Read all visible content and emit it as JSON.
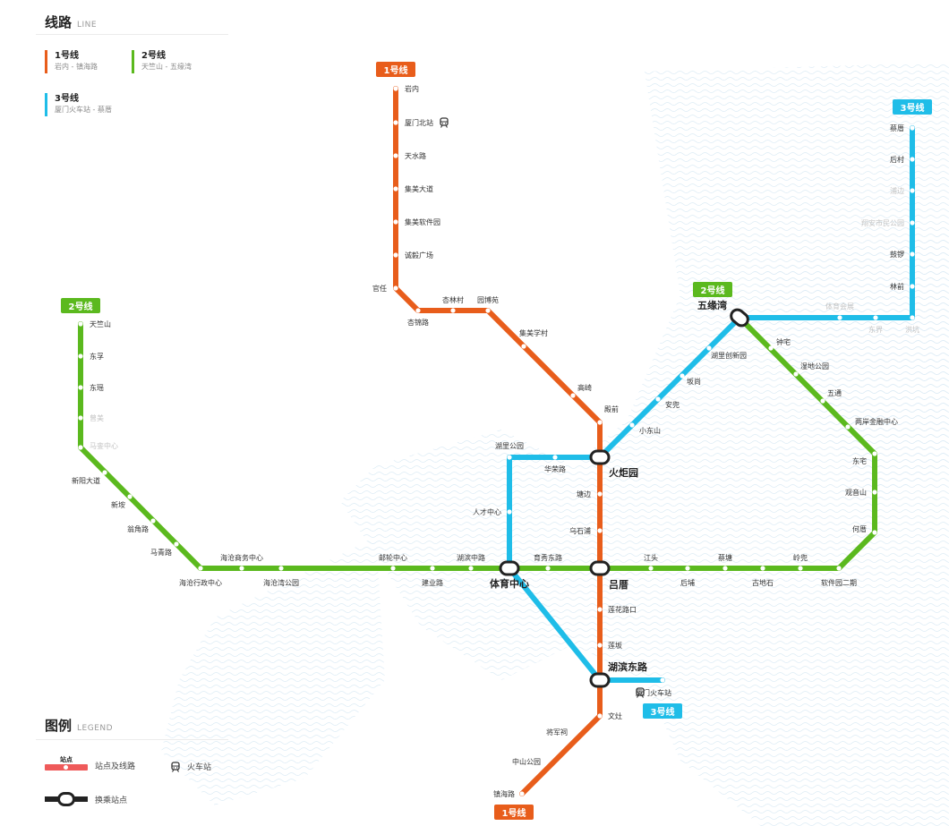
{
  "line_panel": {
    "title": "线路",
    "title_en": "LINE",
    "lines": [
      {
        "name": "1号线",
        "route": "岩内 - 镇海路",
        "color": "#e85d1b"
      },
      {
        "name": "2号线",
        "route": "天竺山 - 五缘湾",
        "color": "#5bb91e"
      },
      {
        "name": "3号线",
        "route": "厦门火车站 - 蔡厝",
        "color": "#1fbde8"
      }
    ]
  },
  "legend": {
    "title": "图例",
    "title_en": "LEGEND",
    "station_sample_label": "站点",
    "items": [
      {
        "label": "站点及线路",
        "icon": "station-line-icon"
      },
      {
        "label": "火车站",
        "icon": "train-icon"
      },
      {
        "label": "换乘站点",
        "icon": "transfer-station-icon"
      }
    ]
  },
  "colors": {
    "line1": "#e85d1b",
    "line2": "#5bb91e",
    "line3": "#1fbde8",
    "background_pattern": "#eef6fb"
  },
  "line_tags": [
    "1号线",
    "1号线",
    "2号线",
    "2号线",
    "3号线",
    "3号线"
  ],
  "transfer_stations": [
    "火炬园",
    "体育中心",
    "吕厝",
    "湖滨东路",
    "五缘湾"
  ],
  "stations": {
    "line1": [
      "岩内",
      "厦门北站",
      "天水路",
      "集美大道",
      "集美软件园",
      "诚毅广场",
      "官任",
      "杏锦路",
      "杏林村",
      "园博苑",
      "集美学村",
      "高崎",
      "殿前",
      "塘边",
      "乌石浦",
      "莲花路口",
      "莲坂",
      "文灶",
      "将军祠",
      "中山公园",
      "镇海路"
    ],
    "line2": [
      "天竺山",
      "东孚",
      "东瑶",
      "曾美",
      "马銮中心",
      "新阳大道",
      "新垵",
      "翁角路",
      "马青路",
      "海沧行政中心",
      "海沧商务中心",
      "海沧湾公园",
      "邮轮中心",
      "建业路",
      "湖滨中路",
      "育秀东路",
      "江头",
      "后埔",
      "蔡塘",
      "古地石",
      "岭兜",
      "软件园二期",
      "何厝",
      "观音山",
      "东宅",
      "两岸金融中心",
      "五通",
      "湿地公园",
      "钟宅"
    ],
    "line3": [
      "湖里公园",
      "华荣路",
      "人才中心",
      "厦门火车站",
      "小东山",
      "安兜",
      "坂尚",
      "湖里创新园",
      "体育会展",
      "东界",
      "洪坑",
      "林前",
      "鼓锣",
      "翔安市民公园",
      "浦边",
      "后村",
      "蔡厝"
    ]
  }
}
